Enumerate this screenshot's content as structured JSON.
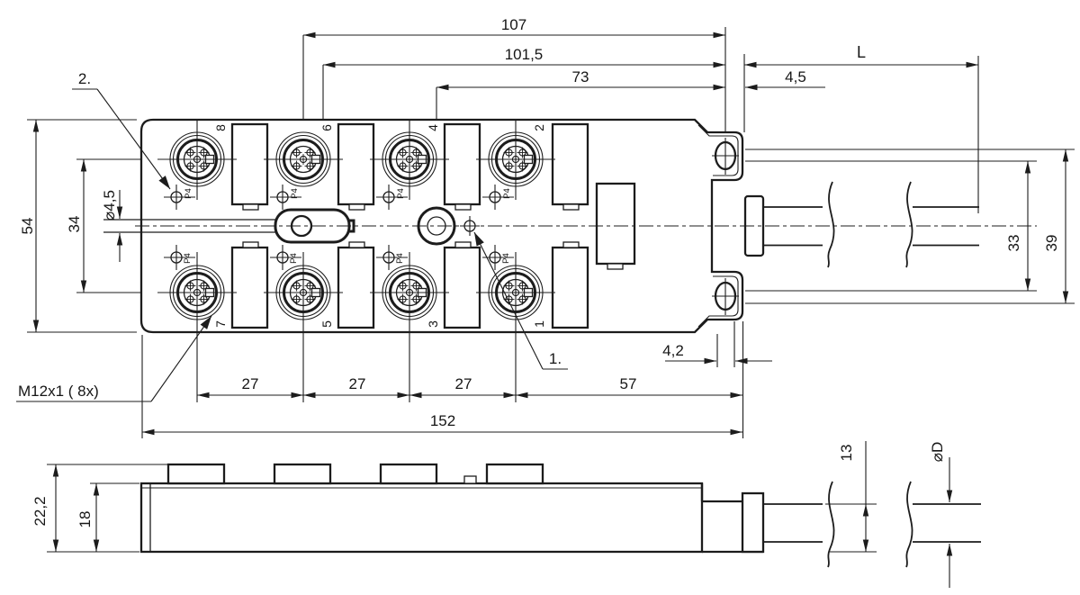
{
  "drawing": {
    "type": "technical-dimension-drawing",
    "views": [
      "top-view",
      "side-view"
    ],
    "line_color": "#1c1c1c",
    "background": "#ffffff"
  },
  "dims": {
    "w107": "107",
    "w101_5": "101,5",
    "w73": "73",
    "cable_len": "L",
    "flange_off": "4,5",
    "h54": "54",
    "h34": "34",
    "slot_dia": "⌀4,5",
    "h33": "33",
    "h39": "39",
    "p27a": "27",
    "p27b": "27",
    "p27c": "27",
    "p57": "57",
    "len152": "152",
    "flange_t": "4,2",
    "sv_h22": "22,2",
    "sv_h18": "18",
    "sv_h13": "13",
    "cable_dia": "⌀D"
  },
  "notes": {
    "n1": "1.",
    "n2": "2.",
    "thread": "M12x1 ( 8x)"
  },
  "connectors": [
    {
      "num": "8",
      "port": "P4"
    },
    {
      "num": "6",
      "port": "P4"
    },
    {
      "num": "4",
      "port": "P4"
    },
    {
      "num": "2",
      "port": "P4"
    },
    {
      "num": "7",
      "port": "P4"
    },
    {
      "num": "5",
      "port": "P4"
    },
    {
      "num": "3",
      "port": "P4"
    },
    {
      "num": "1",
      "port": "P4"
    }
  ]
}
